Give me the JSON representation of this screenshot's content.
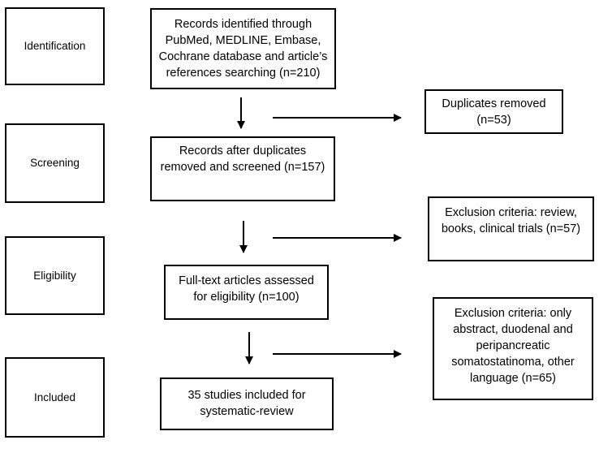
{
  "stages": [
    {
      "label": "Identification"
    },
    {
      "label": "Screening"
    },
    {
      "label": "Eligibility"
    },
    {
      "label": "Included"
    }
  ],
  "flow": {
    "records_identified": "Records identified through PubMed, MEDLINE, Embase, Cochrane database and article’s references searching (n=210)",
    "records_screened": "Records after duplicates removed and screened (n=157)",
    "fulltext_assessed": "Full-text articles assessed for eligibility (n=100)",
    "studies_included": "35 studies included for systematic-review"
  },
  "exclusions": {
    "duplicates": "Duplicates removed (n=53)",
    "screening_exclusion": "Exclusion criteria: review, books, clinical trials (n=57)",
    "eligibility_exclusion": "Exclusion criteria: only abstract, duodenal and peripancreatic somatostatinoma, other language (n=65)"
  }
}
